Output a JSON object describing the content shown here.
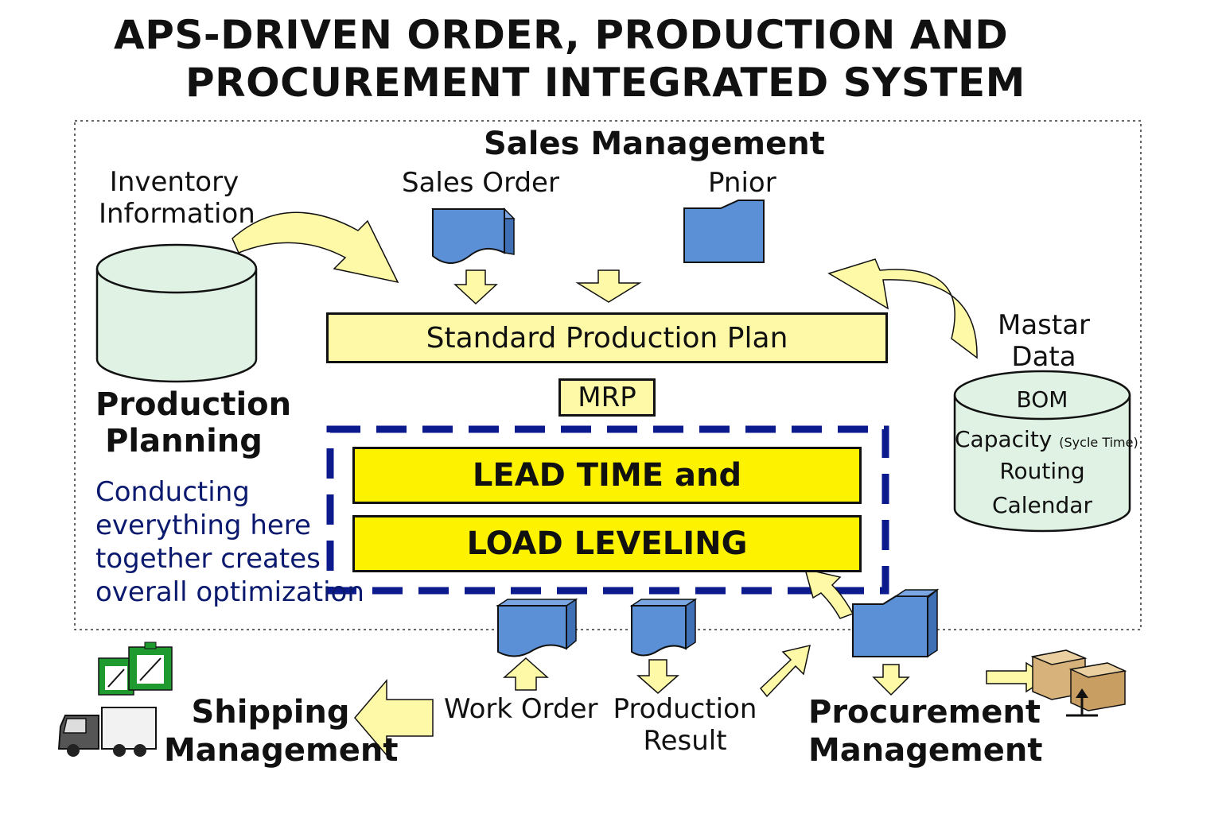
{
  "title": {
    "line1": "APS-DRIVEN ORDER, PRODUCTION AND",
    "line2": "PROCUREMENT INTEGRATED SYSTEM"
  },
  "sales": {
    "heading": "Sales Management",
    "sales_order": "Sales Order",
    "prior": "Pnior"
  },
  "inventory": {
    "line1": "Inventory",
    "line2": "Information"
  },
  "production_planning": {
    "line1": "Production",
    "line2": "Planning"
  },
  "note": {
    "lines": [
      "Conducting",
      "everything here",
      "together creates",
      "overall optimization"
    ]
  },
  "standard_plan": "Standard Production Plan",
  "mrp": "MRP",
  "lead_time": "LEAD TIME and",
  "load_leveling": "LOAD LEVELING",
  "master": {
    "line1": "Mastar",
    "line2": "Data",
    "bom": "BOM",
    "capacity": "Capacity",
    "capacity_note": "(Sycle Time)",
    "routing": "Routing",
    "calendar": "Calendar"
  },
  "work_order": "Work Order",
  "production_result": {
    "line1": "Production",
    "line2": "Result"
  },
  "shipping": {
    "line1": "Shipping",
    "line2": "Management"
  },
  "procurement": {
    "line1": "Procurement",
    "line2": "Management"
  },
  "colors": {
    "doc_blue": "#5b8fd6",
    "pale_yellow": "#fdf9a6",
    "bright_yellow": "#fdf200",
    "cylinder_green": "#dff2e3",
    "navy": "#0b1a8c"
  },
  "icons": {
    "truck": "truck-icon",
    "clipboards": "clipboard-icon",
    "boxes": "cardboard-boxes-icon"
  }
}
